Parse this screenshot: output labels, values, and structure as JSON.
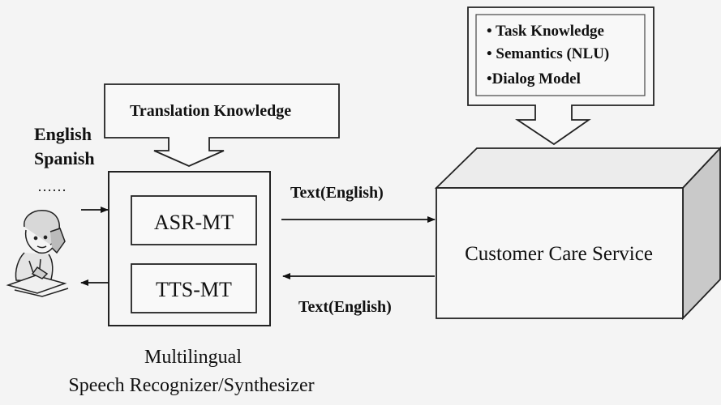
{
  "languages": {
    "line1": "English",
    "line2": "Spanish",
    "more": "……"
  },
  "translation_knowledge": "Translation Knowledge",
  "knowledge_box": {
    "item1": "• Task Knowledge",
    "item2": "• Semantics (NLU)",
    "item3": "•Dialog Model"
  },
  "modules": {
    "asr": "ASR-MT",
    "tts": "TTS-MT"
  },
  "arrows": {
    "top_label": "Text(English)",
    "bottom_label": "Text(English)"
  },
  "service": "Customer Care Service",
  "caption": {
    "line1": "Multilingual",
    "line2": "Speech Recognizer/Synthesizer"
  }
}
